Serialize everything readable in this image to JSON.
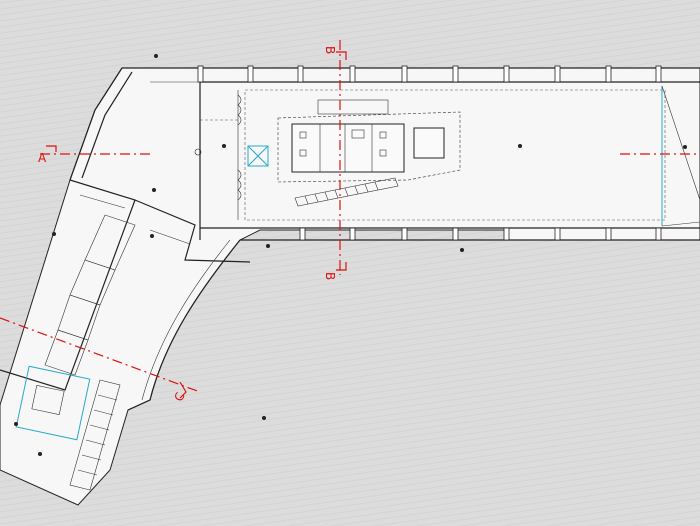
{
  "section_markers": {
    "a": "A",
    "b_top": "B",
    "b_bottom": "B",
    "c": "C"
  },
  "colors": {
    "background": "#dcdcdc",
    "floor": "#f7f7f7",
    "section_line": "#dd1111",
    "glazing": "#2aa9c9"
  }
}
